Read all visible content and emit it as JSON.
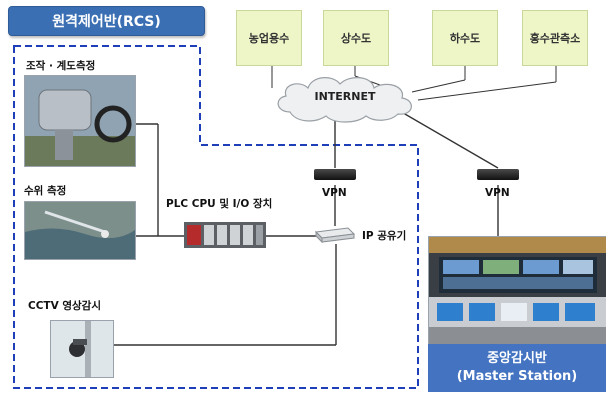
{
  "header": {
    "title": "원격제어반(RCS)"
  },
  "users": [
    {
      "label": "농업용수"
    },
    {
      "label": "상수도"
    },
    {
      "label": "하수도"
    },
    {
      "label": "홍수관측소"
    }
  ],
  "network": {
    "cloud_label": "INTERNET",
    "vpn_label": "VPN",
    "router_label": "IP 공유기"
  },
  "field": {
    "control_label": "조작 · 계도측정",
    "level_label": "수위 측정",
    "cctv_label": "CCTV 영상감시",
    "plc_label": "PLC CPU 및 I/O 장치"
  },
  "master": {
    "name_ko": "중앙감시반",
    "name_en": "(Master Station)"
  },
  "colors": {
    "header_bg": "#3b6fb3",
    "user_box_bg": "#eef6c8",
    "dashed_border": "#1f3fb8",
    "master_bg": "#4473c1"
  }
}
